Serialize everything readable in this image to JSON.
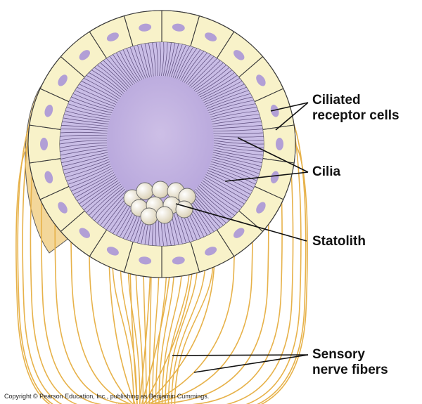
{
  "labels": {
    "ciliated_receptor_cells": [
      "Ciliated",
      "receptor cells"
    ],
    "cilia": "Cilia",
    "statolith": "Statolith",
    "sensory_nerve_fibers": [
      "Sensory",
      "nerve fibers"
    ]
  },
  "copyright": "Copyright © Pearson Education, Inc., publishing as Benjamin Cummings.",
  "colors": {
    "cell_fill": "#f8f2c9",
    "cell_border": "#3a3a3a",
    "nucleus": "#b29fd6",
    "lumen": "#c8b8e4",
    "cilia_lines": "#5a4a7a",
    "nerve_fiber": "#e7b24a",
    "statolith": "#efe8d4"
  }
}
